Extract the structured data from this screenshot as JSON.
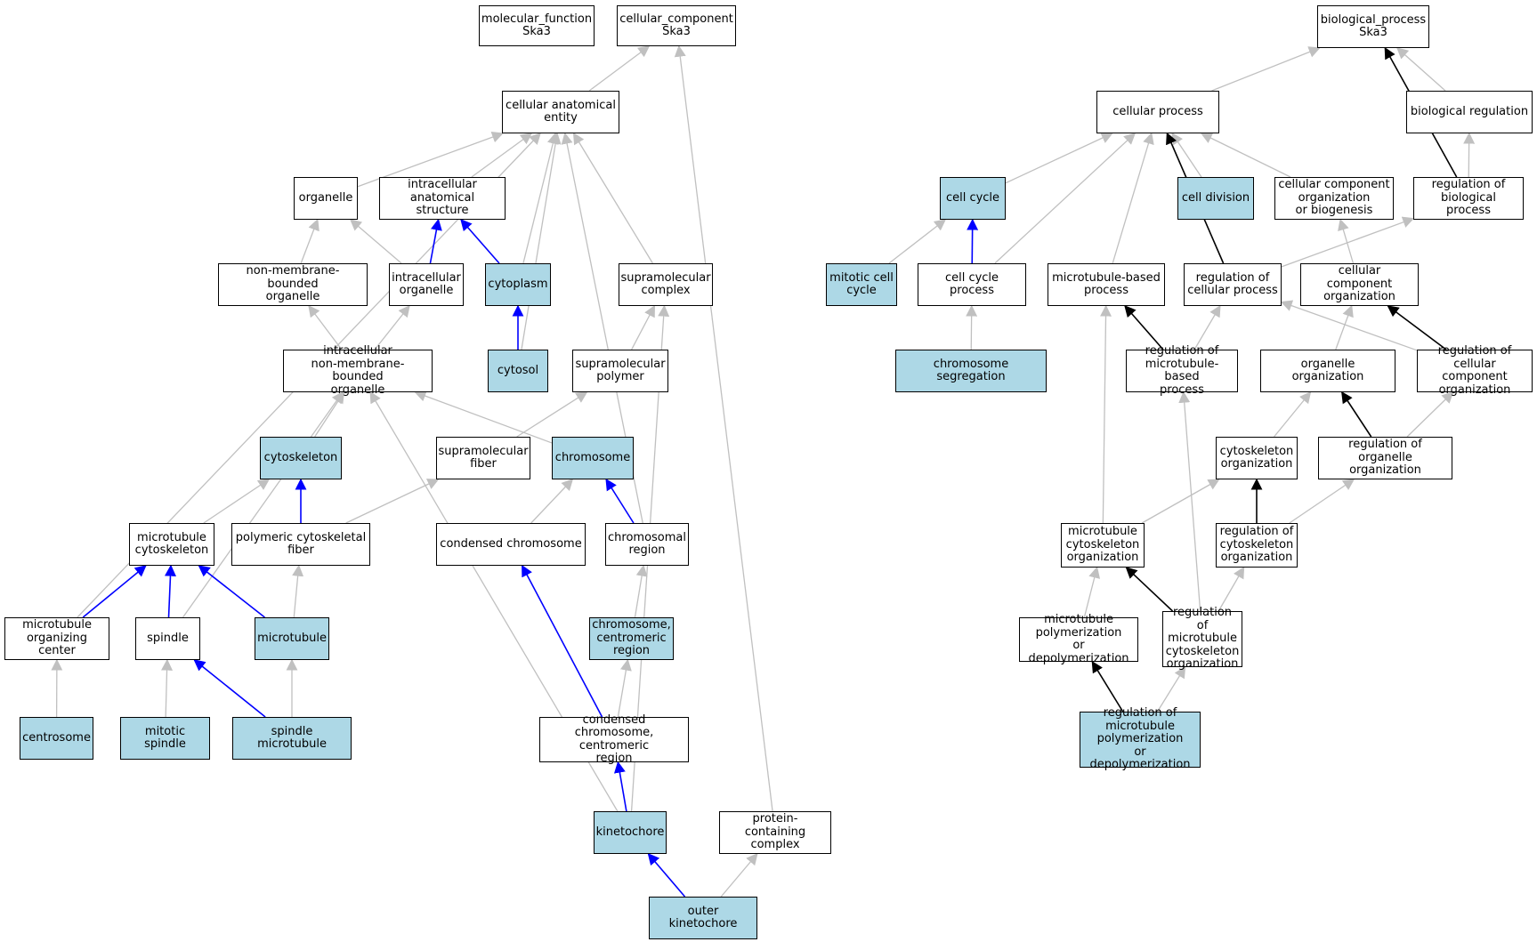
{
  "colors": {
    "gray": "#c0c0c0",
    "blue": "#0000ff",
    "black": "#000000",
    "highlight": "#add8e6"
  },
  "nodes": {
    "mf_root": {
      "label": "molecular_function\nSka3",
      "highlighted": false
    },
    "cc_root": {
      "label": "cellular_component\nSka3",
      "highlighted": false
    },
    "bp_root": {
      "label": "biological_process\nSka3",
      "highlighted": false
    },
    "cae": {
      "label": "cellular anatomical\nentity",
      "highlighted": false
    },
    "organelle": {
      "label": "organelle",
      "highlighted": false
    },
    "ias": {
      "label": "intracellular\nanatomical structure",
      "highlighted": false
    },
    "nmbo": {
      "label": "non-membrane-bounded\norganelle",
      "highlighted": false
    },
    "io": {
      "label": "intracellular\norganelle",
      "highlighted": false
    },
    "cytoplasm": {
      "label": "cytoplasm",
      "highlighted": true
    },
    "smc": {
      "label": "supramolecular\ncomplex",
      "highlighted": false
    },
    "inmbo": {
      "label": "intracellular\nnon-membrane-bounded\norganelle",
      "highlighted": false
    },
    "cytosol": {
      "label": "cytosol",
      "highlighted": true
    },
    "smp": {
      "label": "supramolecular\npolymer",
      "highlighted": false
    },
    "cytoskeleton": {
      "label": "cytoskeleton",
      "highlighted": true
    },
    "smf": {
      "label": "supramolecular\nfiber",
      "highlighted": false
    },
    "chromosome": {
      "label": "chromosome",
      "highlighted": true
    },
    "mtcs": {
      "label": "microtubule\ncytoskeleton",
      "highlighted": false
    },
    "pcf": {
      "label": "polymeric cytoskeletal\nfiber",
      "highlighted": false
    },
    "condchr": {
      "label": "condensed chromosome",
      "highlighted": false
    },
    "chrreg": {
      "label": "chromosomal\nregion",
      "highlighted": false
    },
    "mtoc": {
      "label": "microtubule\norganizing center",
      "highlighted": false
    },
    "spindle": {
      "label": "spindle",
      "highlighted": false
    },
    "microtubule": {
      "label": "microtubule",
      "highlighted": true
    },
    "ccr": {
      "label": "chromosome,\ncentromeric\nregion",
      "highlighted": true
    },
    "centrosome": {
      "label": "centrosome",
      "highlighted": true
    },
    "mitspindle": {
      "label": "mitotic spindle",
      "highlighted": true
    },
    "spmt": {
      "label": "spindle microtubule",
      "highlighted": true
    },
    "cccr": {
      "label": "condensed chromosome,\ncentromeric\nregion",
      "highlighted": false
    },
    "kinetochore": {
      "label": "kinetochore",
      "highlighted": true
    },
    "pcc": {
      "label": "protein-containing\ncomplex",
      "highlighted": false
    },
    "outerkt": {
      "label": "outer kinetochore",
      "highlighted": true
    },
    "cellproc": {
      "label": "cellular process",
      "highlighted": false
    },
    "bioreg": {
      "label": "biological regulation",
      "highlighted": false
    },
    "cellcycle": {
      "label": "cell cycle",
      "highlighted": true
    },
    "celldiv": {
      "label": "cell division",
      "highlighted": true
    },
    "ccob": {
      "label": "cellular component\norganization\nor biogenesis",
      "highlighted": false
    },
    "regbp": {
      "label": "regulation of\nbiological process",
      "highlighted": false
    },
    "mitcc": {
      "label": "mitotic cell\ncycle",
      "highlighted": true
    },
    "ccp": {
      "label": "cell cycle process",
      "highlighted": false
    },
    "mtbp": {
      "label": "microtubule-based\nprocess",
      "highlighted": false
    },
    "regcp": {
      "label": "regulation of\ncellular process",
      "highlighted": false
    },
    "cco": {
      "label": "cellular component\norganization",
      "highlighted": false
    },
    "chrseg": {
      "label": "chromosome segregation",
      "highlighted": true
    },
    "regmtbp": {
      "label": "regulation of\nmicrotubule-based\nprocess",
      "highlighted": false
    },
    "orgorg": {
      "label": "organelle organization",
      "highlighted": false
    },
    "regcco": {
      "label": "regulation of\ncellular component\norganization",
      "highlighted": false
    },
    "csorg": {
      "label": "cytoskeleton\norganization",
      "highlighted": false
    },
    "regorgorg": {
      "label": "regulation of\norganelle organization",
      "highlighted": false
    },
    "mtcsorg": {
      "label": "microtubule\ncytoskeleton\norganization",
      "highlighted": false
    },
    "regcsorg": {
      "label": "regulation of\ncytoskeleton\norganization",
      "highlighted": false
    },
    "mtpd": {
      "label": "microtubule\npolymerization\nor depolymerization",
      "highlighted": false
    },
    "regmtcsorg": {
      "label": "regulation of\nmicrotubule\ncytoskeleton\norganization",
      "highlighted": false
    },
    "regmtpd": {
      "label": "regulation of\nmicrotubule\npolymerization\nor depolymerization",
      "highlighted": true
    }
  },
  "edges": [
    {
      "from": "cae",
      "to": "cc_root",
      "type": "is_a"
    },
    {
      "from": "pcc",
      "to": "cc_root",
      "type": "is_a"
    },
    {
      "from": "organelle",
      "to": "cae",
      "type": "is_a"
    },
    {
      "from": "ias",
      "to": "cae",
      "type": "is_a"
    },
    {
      "from": "cytoplasm",
      "to": "cae",
      "type": "is_a"
    },
    {
      "from": "cytosol",
      "to": "cae",
      "type": "is_a"
    },
    {
      "from": "smc",
      "to": "cae",
      "type": "is_a"
    },
    {
      "from": "mtoc",
      "to": "cae",
      "type": "is_a"
    },
    {
      "from": "chrreg",
      "to": "cae",
      "type": "is_a"
    },
    {
      "from": "nmbo",
      "to": "organelle",
      "type": "is_a"
    },
    {
      "from": "io",
      "to": "organelle",
      "type": "is_a"
    },
    {
      "from": "io",
      "to": "ias",
      "type": "part_of"
    },
    {
      "from": "cytoplasm",
      "to": "ias",
      "type": "part_of"
    },
    {
      "from": "cytosol",
      "to": "cytoplasm",
      "type": "part_of"
    },
    {
      "from": "inmbo",
      "to": "nmbo",
      "type": "is_a"
    },
    {
      "from": "inmbo",
      "to": "io",
      "type": "is_a"
    },
    {
      "from": "smp",
      "to": "smc",
      "type": "is_a"
    },
    {
      "from": "kinetochore",
      "to": "smc",
      "type": "is_a"
    },
    {
      "from": "smf",
      "to": "smp",
      "type": "is_a"
    },
    {
      "from": "cytoskeleton",
      "to": "inmbo",
      "type": "is_a"
    },
    {
      "from": "chromosome",
      "to": "inmbo",
      "type": "is_a"
    },
    {
      "from": "spindle",
      "to": "inmbo",
      "type": "is_a"
    },
    {
      "from": "kinetochore",
      "to": "inmbo",
      "type": "is_a"
    },
    {
      "from": "mtcs",
      "to": "cytoskeleton",
      "type": "is_a"
    },
    {
      "from": "pcf",
      "to": "cytoskeleton",
      "type": "part_of"
    },
    {
      "from": "pcf",
      "to": "smf",
      "type": "is_a"
    },
    {
      "from": "condchr",
      "to": "chromosome",
      "type": "is_a"
    },
    {
      "from": "chrreg",
      "to": "chromosome",
      "type": "part_of"
    },
    {
      "from": "mtoc",
      "to": "mtcs",
      "type": "part_of"
    },
    {
      "from": "spindle",
      "to": "mtcs",
      "type": "part_of"
    },
    {
      "from": "microtubule",
      "to": "mtcs",
      "type": "part_of"
    },
    {
      "from": "microtubule",
      "to": "pcf",
      "type": "is_a"
    },
    {
      "from": "ccr",
      "to": "chrreg",
      "type": "is_a"
    },
    {
      "from": "centrosome",
      "to": "mtoc",
      "type": "is_a"
    },
    {
      "from": "mitspindle",
      "to": "spindle",
      "type": "is_a"
    },
    {
      "from": "spmt",
      "to": "spindle",
      "type": "part_of"
    },
    {
      "from": "spmt",
      "to": "microtubule",
      "type": "is_a"
    },
    {
      "from": "cccr",
      "to": "ccr",
      "type": "is_a"
    },
    {
      "from": "cccr",
      "to": "condchr",
      "type": "part_of"
    },
    {
      "from": "kinetochore",
      "to": "cccr",
      "type": "part_of"
    },
    {
      "from": "outerkt",
      "to": "kinetochore",
      "type": "part_of"
    },
    {
      "from": "outerkt",
      "to": "pcc",
      "type": "is_a"
    },
    {
      "from": "cellproc",
      "to": "bp_root",
      "type": "is_a"
    },
    {
      "from": "bioreg",
      "to": "bp_root",
      "type": "is_a"
    },
    {
      "from": "regbp",
      "to": "bp_root",
      "type": "regulates"
    },
    {
      "from": "regbp",
      "to": "bioreg",
      "type": "is_a"
    },
    {
      "from": "cellcycle",
      "to": "cellproc",
      "type": "is_a"
    },
    {
      "from": "celldiv",
      "to": "cellproc",
      "type": "is_a"
    },
    {
      "from": "ccob",
      "to": "cellproc",
      "type": "is_a"
    },
    {
      "from": "ccp",
      "to": "cellproc",
      "type": "is_a"
    },
    {
      "from": "mtbp",
      "to": "cellproc",
      "type": "is_a"
    },
    {
      "from": "regcp",
      "to": "cellproc",
      "type": "regulates"
    },
    {
      "from": "mitcc",
      "to": "cellcycle",
      "type": "is_a"
    },
    {
      "from": "ccp",
      "to": "cellcycle",
      "type": "part_of"
    },
    {
      "from": "chrseg",
      "to": "ccp",
      "type": "is_a"
    },
    {
      "from": "regcp",
      "to": "regbp",
      "type": "is_a"
    },
    {
      "from": "cco",
      "to": "ccob",
      "type": "is_a"
    },
    {
      "from": "regmtbp",
      "to": "mtbp",
      "type": "regulates"
    },
    {
      "from": "regmtbp",
      "to": "regcp",
      "type": "is_a"
    },
    {
      "from": "regcco",
      "to": "regcp",
      "type": "is_a"
    },
    {
      "from": "regcco",
      "to": "cco",
      "type": "regulates"
    },
    {
      "from": "orgorg",
      "to": "cco",
      "type": "is_a"
    },
    {
      "from": "csorg",
      "to": "orgorg",
      "type": "is_a"
    },
    {
      "from": "regorgorg",
      "to": "orgorg",
      "type": "regulates"
    },
    {
      "from": "regorgorg",
      "to": "regcco",
      "type": "is_a"
    },
    {
      "from": "mtcsorg",
      "to": "mtbp",
      "type": "is_a"
    },
    {
      "from": "mtcsorg",
      "to": "csorg",
      "type": "is_a"
    },
    {
      "from": "regcsorg",
      "to": "csorg",
      "type": "regulates"
    },
    {
      "from": "regcsorg",
      "to": "regorgorg",
      "type": "is_a"
    },
    {
      "from": "mtpd",
      "to": "mtcsorg",
      "type": "is_a"
    },
    {
      "from": "regmtcsorg",
      "to": "mtcsorg",
      "type": "regulates"
    },
    {
      "from": "regmtcsorg",
      "to": "regcsorg",
      "type": "is_a"
    },
    {
      "from": "regmtcsorg",
      "to": "regmtbp",
      "type": "is_a"
    },
    {
      "from": "regmtpd",
      "to": "mtpd",
      "type": "regulates"
    },
    {
      "from": "regmtpd",
      "to": "regmtcsorg",
      "type": "is_a"
    }
  ]
}
